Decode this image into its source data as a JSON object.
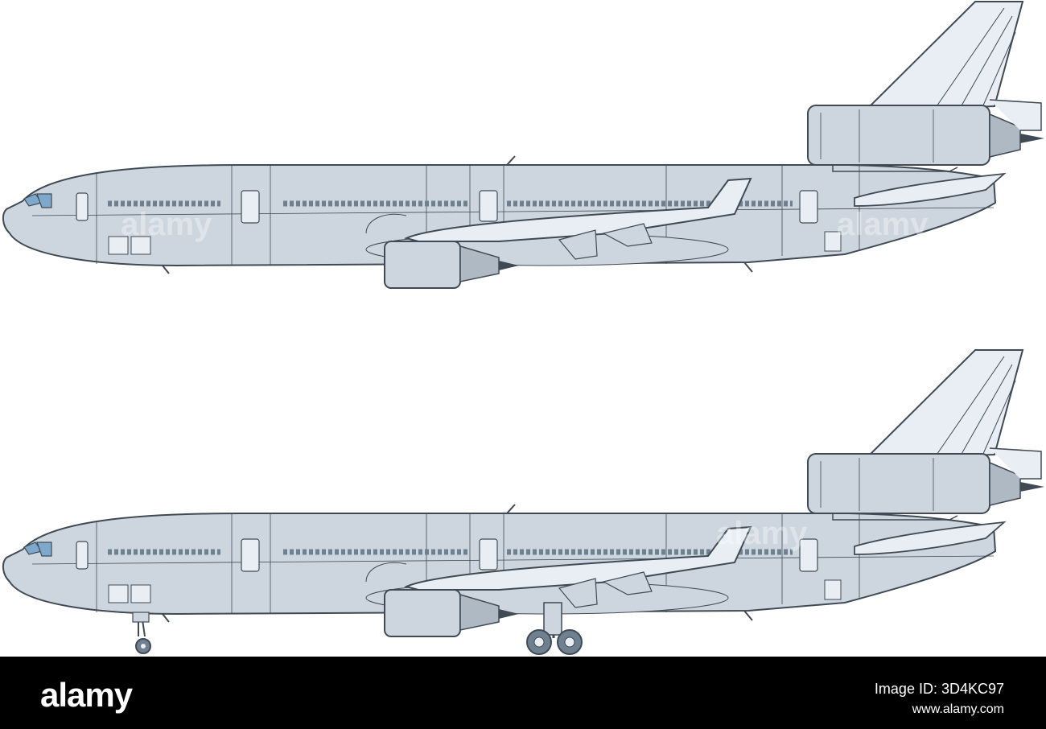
{
  "colors": {
    "fuselage": "#cdd6de",
    "panel_light": "#e8eef4",
    "outline": "#3f4a55",
    "window": "#6f8091",
    "cockpit_glass": "#7fa9cc",
    "footer": "#000000"
  },
  "aircraft": [
    {
      "name": "aircraft-side-view-gear-up",
      "landing_gear": false
    },
    {
      "name": "aircraft-side-view-gear-down",
      "landing_gear": true
    }
  ],
  "watermark": "alamy",
  "footer": {
    "brand": "alamy",
    "image_id": "Image ID: 3D4KC97",
    "url": "www.alamy.com"
  }
}
